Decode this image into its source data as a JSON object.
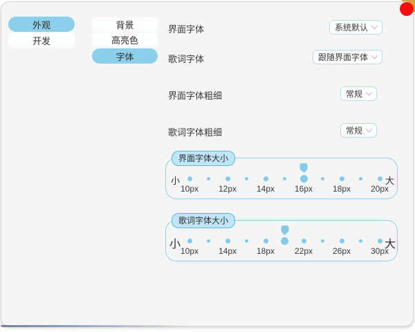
{
  "colors": {
    "accent": "#8bcfea",
    "dot": "#85cbe9",
    "box-border": "#8fd0ec",
    "legend-bg": "#bfe5f6",
    "legend-border": "#59b7e6",
    "chevron": "#b6b6e4",
    "red": "#ee1111",
    "gold": "#d8a33c",
    "window-bg": "#f5f5f6"
  },
  "nav": {
    "items": [
      {
        "label": "外观",
        "selected": true
      },
      {
        "label": "开发",
        "selected": false
      }
    ]
  },
  "subnav": {
    "items": [
      {
        "label": "背景",
        "selected": false
      },
      {
        "label": "高亮色",
        "selected": false
      },
      {
        "label": "字体",
        "selected": true
      }
    ]
  },
  "rows": [
    {
      "label": "界面字体",
      "value": "系统默认"
    },
    {
      "label": "歌词字体",
      "value": "跟随界面字体"
    },
    {
      "label": "界面字体粗细",
      "value": "常规"
    },
    {
      "label": "歌词字体粗细",
      "value": "常规"
    }
  ],
  "sliders": [
    {
      "legend": "界面字体大小",
      "min_label": "小",
      "max_label": "大",
      "tick_labels": [
        "10px",
        "",
        "12px",
        "",
        "14px",
        "",
        "16px",
        "",
        "18px",
        "",
        "20px"
      ],
      "selected_index": 6,
      "selected_value": "16px"
    },
    {
      "legend": "歌词字体大小",
      "min_label": "小",
      "max_label": "大",
      "tick_labels": [
        "10px",
        "",
        "14px",
        "",
        "18px",
        "",
        "22px",
        "",
        "26px",
        "",
        "30px"
      ],
      "selected_index": 5,
      "selected_value": "20px"
    }
  ]
}
